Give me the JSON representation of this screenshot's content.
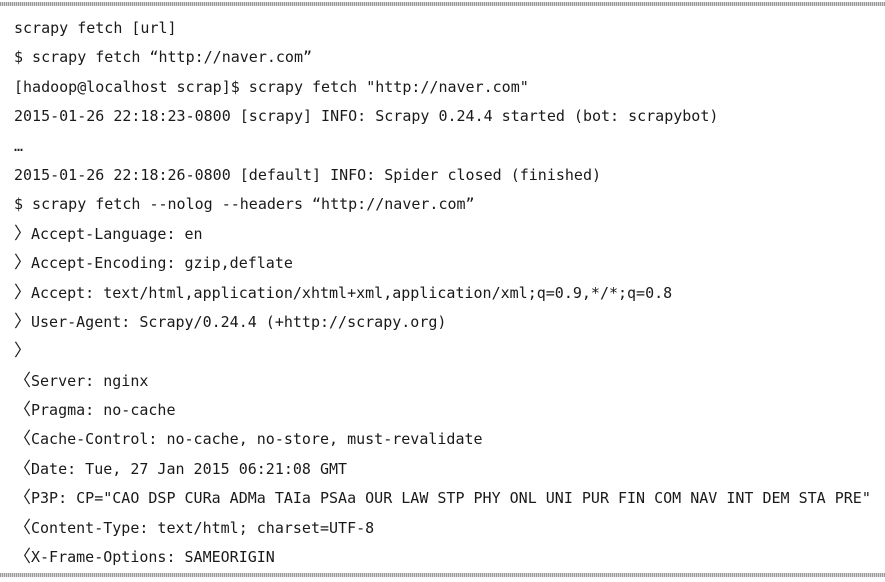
{
  "document": {
    "lines": [
      {
        "kind": "plain",
        "text": "scrapy fetch [url]"
      },
      {
        "kind": "plain",
        "text": "$ scrapy fetch “http://naver.com”"
      },
      {
        "kind": "plain",
        "text": "[hadoop@localhost scrap]$ scrapy fetch \"http://naver.com\""
      },
      {
        "kind": "plain",
        "text": "2015-01-26 22:18:23-0800 [scrapy] INFO: Scrapy 0.24.4 started (bot: scrapybot)"
      },
      {
        "kind": "plain",
        "text": "…"
      },
      {
        "kind": "plain",
        "text": "2015-01-26 22:18:26-0800 [default] INFO: Spider closed (finished)"
      },
      {
        "kind": "plain",
        "text": "$ scrapy fetch --nolog --headers “http://naver.com”"
      },
      {
        "kind": "request",
        "marker": "〉",
        "text": "Accept-Language: en"
      },
      {
        "kind": "request",
        "marker": "〉",
        "text": "Accept-Encoding: gzip,deflate"
      },
      {
        "kind": "request",
        "marker": "〉",
        "text": "Accept: text/html,application/xhtml+xml,application/xml;q=0.9,*/*;q=0.8"
      },
      {
        "kind": "request",
        "marker": "〉",
        "text": "User-Agent: Scrapy/0.24.4 (+http://scrapy.org)"
      },
      {
        "kind": "request",
        "marker": "〉",
        "text": ""
      },
      {
        "kind": "response",
        "marker": "〈",
        "text": "Server: nginx"
      },
      {
        "kind": "response",
        "marker": "〈",
        "text": "Pragma: no-cache"
      },
      {
        "kind": "response",
        "marker": "〈",
        "text": "Cache-Control: no-cache, no-store, must-revalidate"
      },
      {
        "kind": "response",
        "marker": "〈",
        "text": "Date: Tue, 27 Jan 2015 06:21:08 GMT"
      },
      {
        "kind": "response",
        "marker": "〈",
        "text": "P3P: CP=\"CAO DSP CURa ADMa TAIa PSAa OUR LAW STP PHY ONL UNI PUR FIN COM NAV INT DEM STA PRE\""
      },
      {
        "kind": "response",
        "marker": "〈",
        "text": "Content-Type: text/html; charset=UTF-8"
      },
      {
        "kind": "response",
        "marker": "〈",
        "text": "X-Frame-Options: SAMEORIGIN"
      }
    ]
  },
  "colors": {
    "text": "#1a1a1a",
    "background": "#ffffff",
    "rule": "#9a9a9a"
  }
}
